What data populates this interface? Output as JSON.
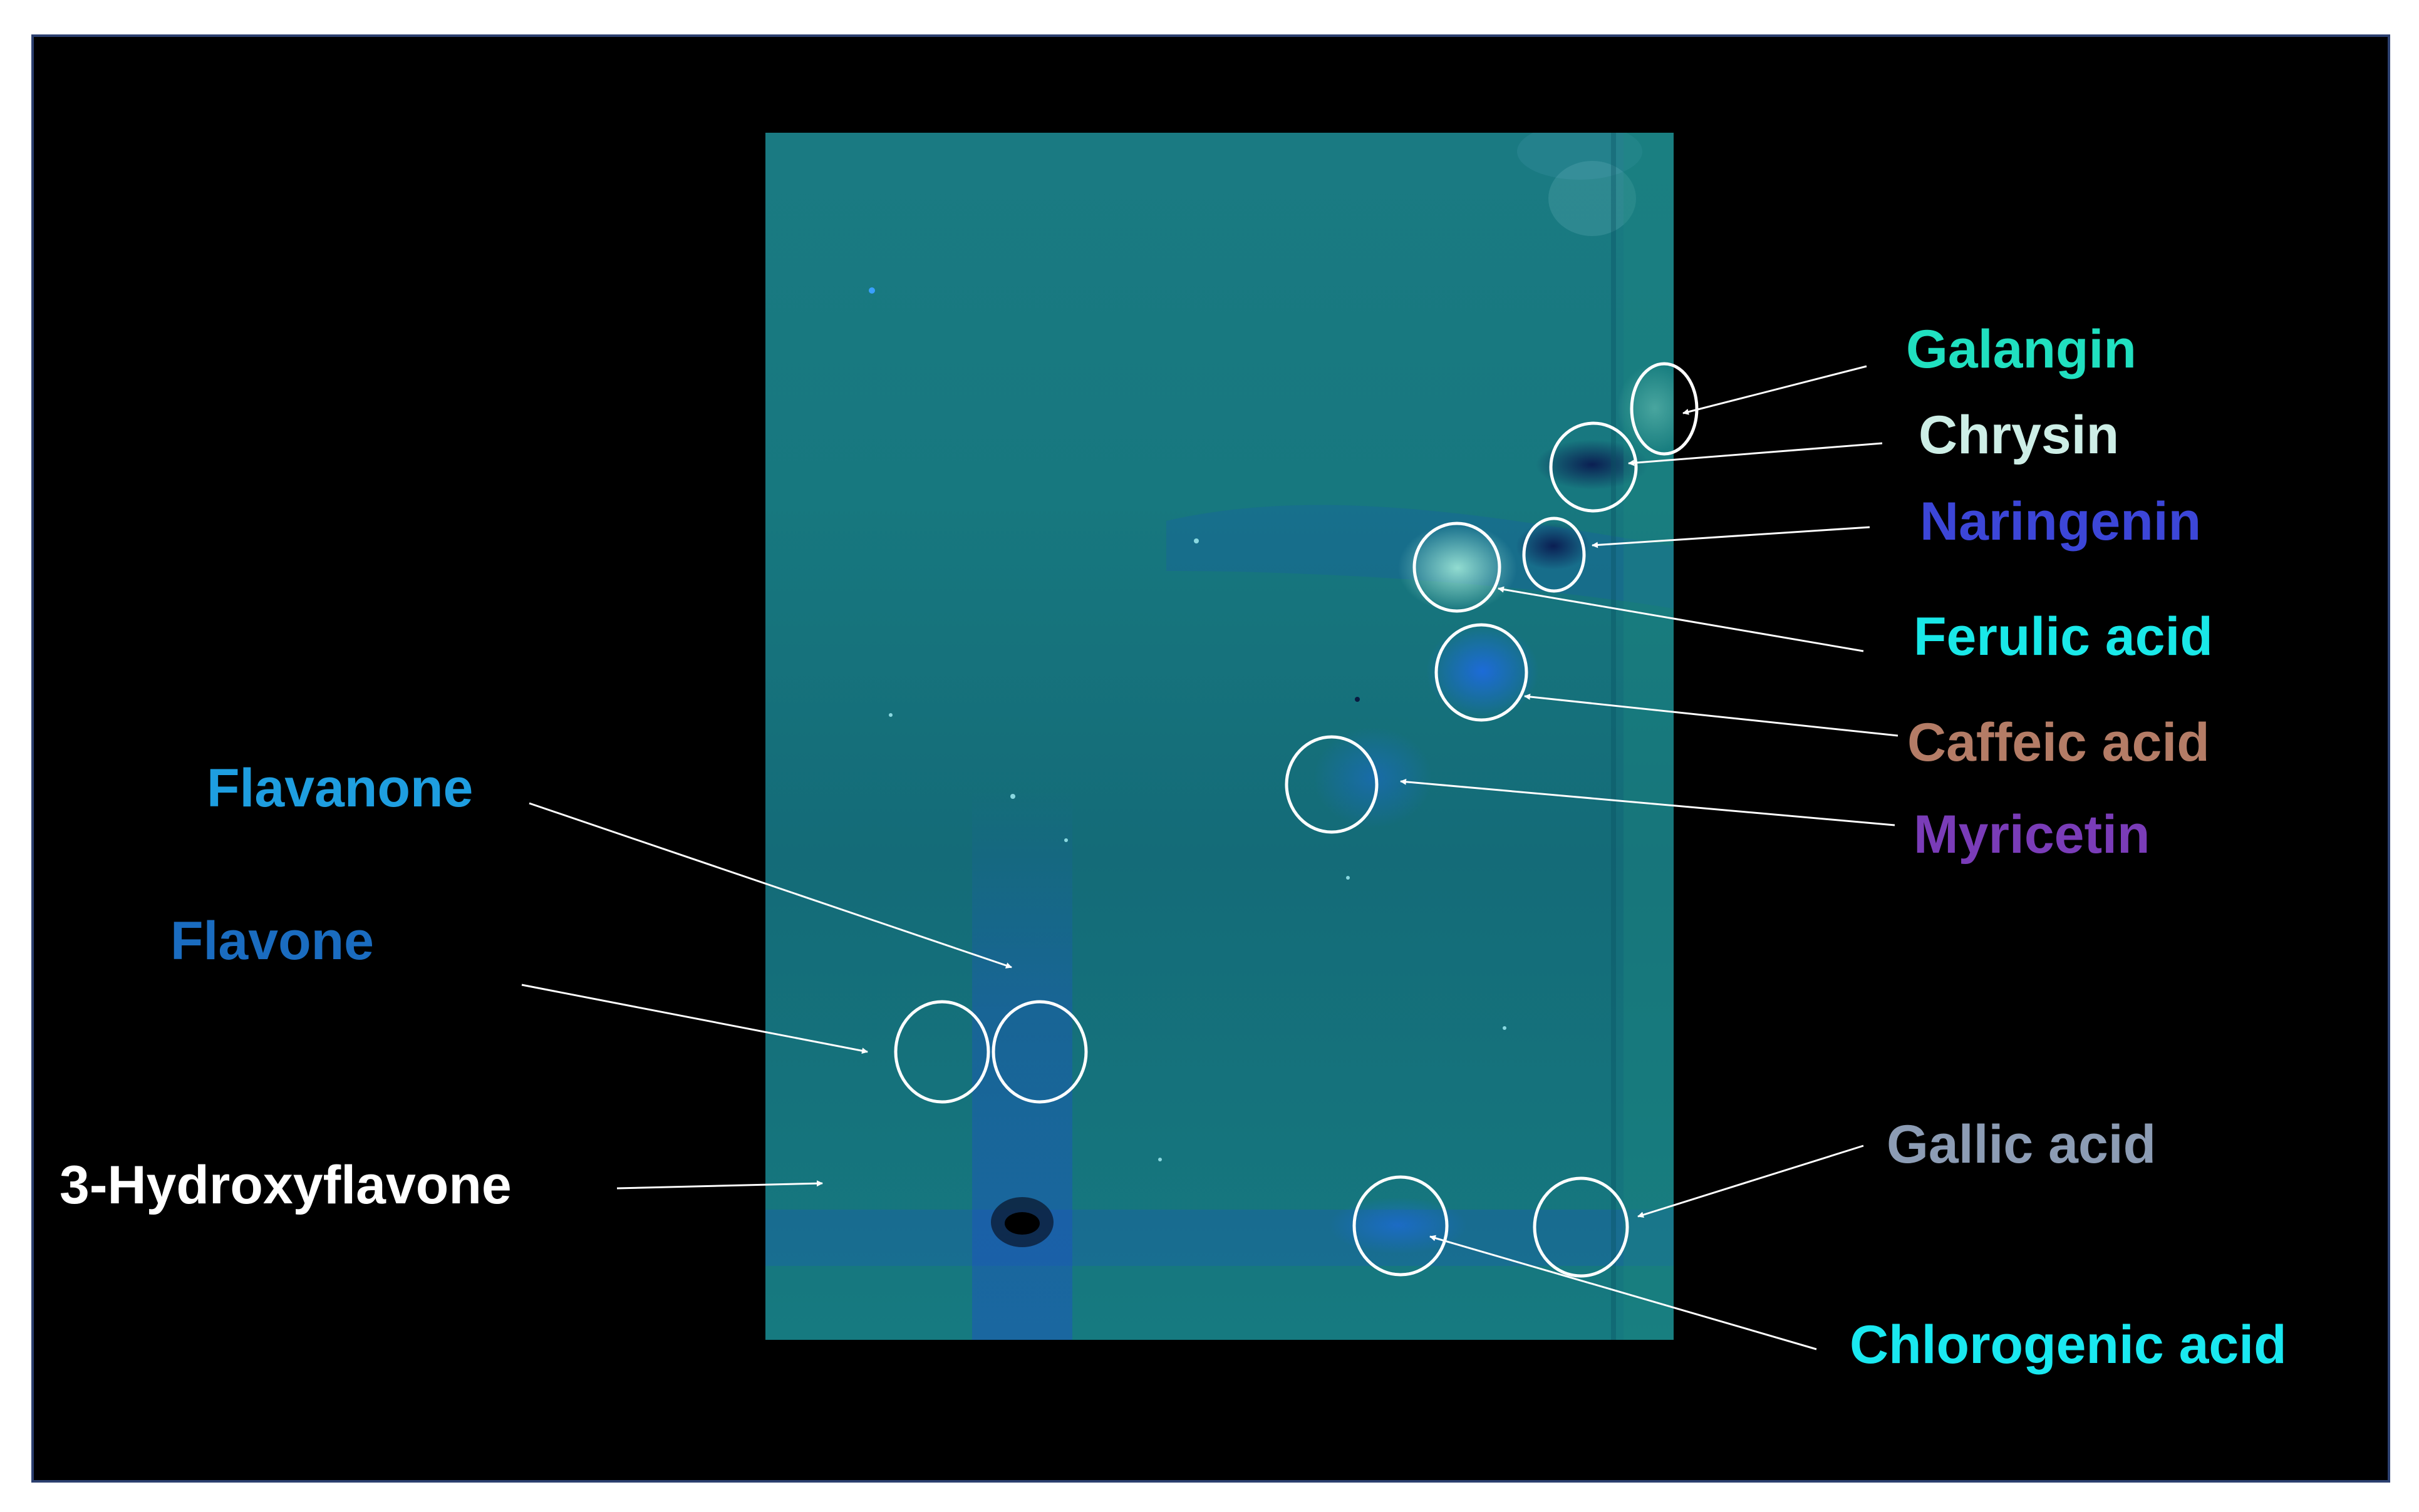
{
  "labels": {
    "galangin": {
      "text": "Galangin",
      "color": "#20e0c0"
    },
    "chrysin": {
      "text": "Chrysin",
      "color": "#cdeee6"
    },
    "naringenin": {
      "text": "Naringenin",
      "color": "#3c46d8"
    },
    "ferulic": {
      "text": "Ferulic acid",
      "color": "#19e8e8"
    },
    "caffeic": {
      "text": "Caffeic acid",
      "color": "#b47c66"
    },
    "myricetin": {
      "text": "Myricetin",
      "color": "#7a3cb8"
    },
    "flavanone": {
      "text": "Flavanone",
      "color": "#1e9ee0"
    },
    "flavone": {
      "text": "Flavone",
      "color": "#1a6cc0"
    },
    "hydroxyflavone": {
      "text": "3-Hydroxyflavone",
      "color": "#ffffff"
    },
    "gallic": {
      "text": "Gallic acid",
      "color": "#8c9cb4"
    },
    "chlorogenic": {
      "text": "Chlorogenic acid",
      "color": "#19e8f0"
    }
  }
}
